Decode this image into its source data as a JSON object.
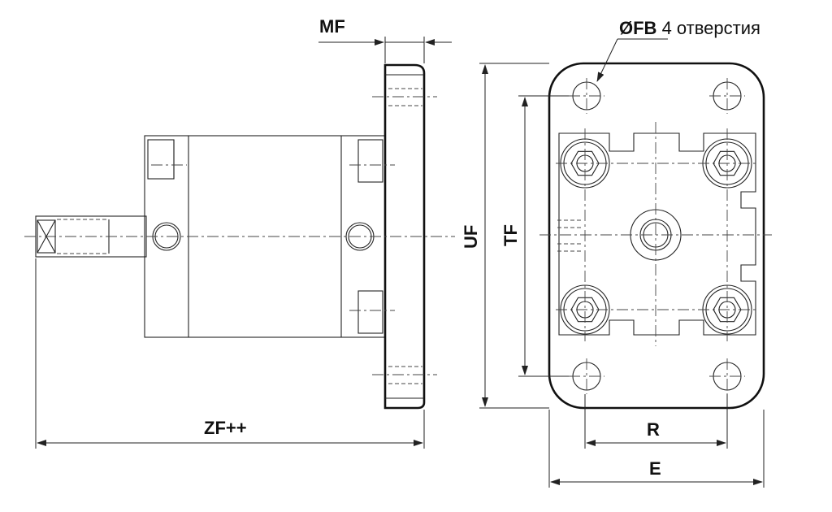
{
  "labels": {
    "mf": "MF",
    "fb_code": "ØFB",
    "fb_text": " 4 отверстия",
    "zf": "ZF++",
    "uf": "UF",
    "tf": "TF",
    "r": "R",
    "e": "E"
  }
}
